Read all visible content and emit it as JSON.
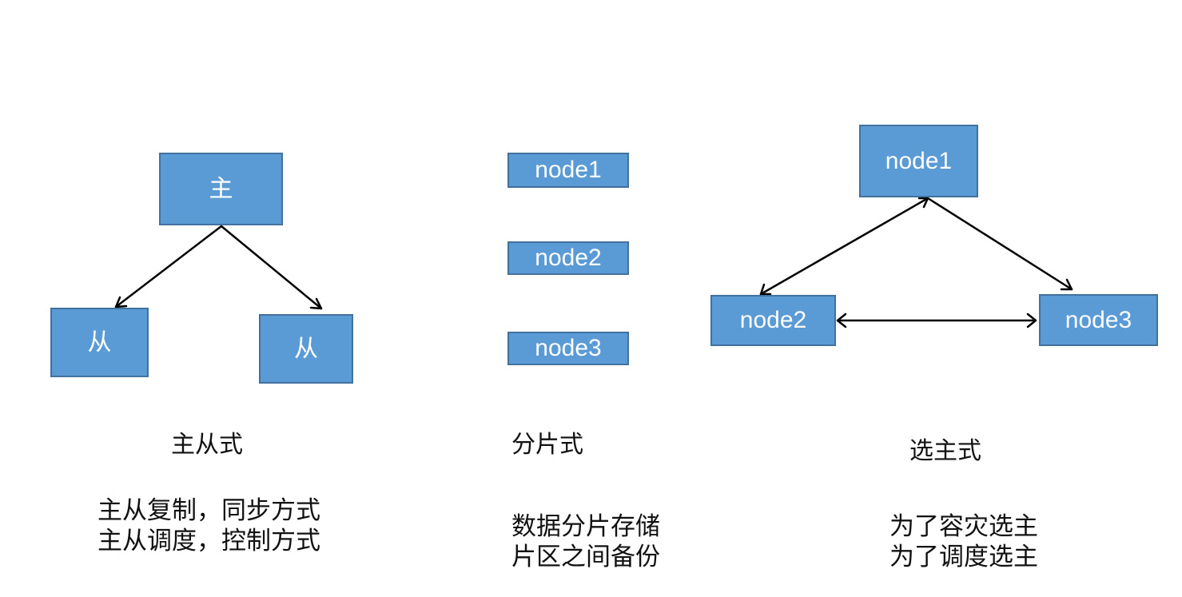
{
  "sections": {
    "master_slave": {
      "title": "主从式",
      "master_label": "主",
      "slave_left_label": "从",
      "slave_right_label": "从",
      "desc_line_1": "主从复制，同步方式",
      "desc_line_2": "主从调度，控制方式"
    },
    "sharding": {
      "title": "分片式",
      "node1_label": "node1",
      "node2_label": "node2",
      "node3_label": "node3",
      "desc_line_1": "数据分片存储",
      "desc_line_2": "片区之间备份"
    },
    "election": {
      "title": "选主式",
      "node1_label": "node1",
      "node2_label": "node2",
      "node3_label": "node3",
      "desc_line_1": "为了容灾选主",
      "desc_line_2": "为了调度选主"
    }
  },
  "colors": {
    "box_fill": "#5b9bd5",
    "box_border": "#41719c",
    "box_text": "#ffffff",
    "arrow": "#000000",
    "text": "#111111"
  }
}
